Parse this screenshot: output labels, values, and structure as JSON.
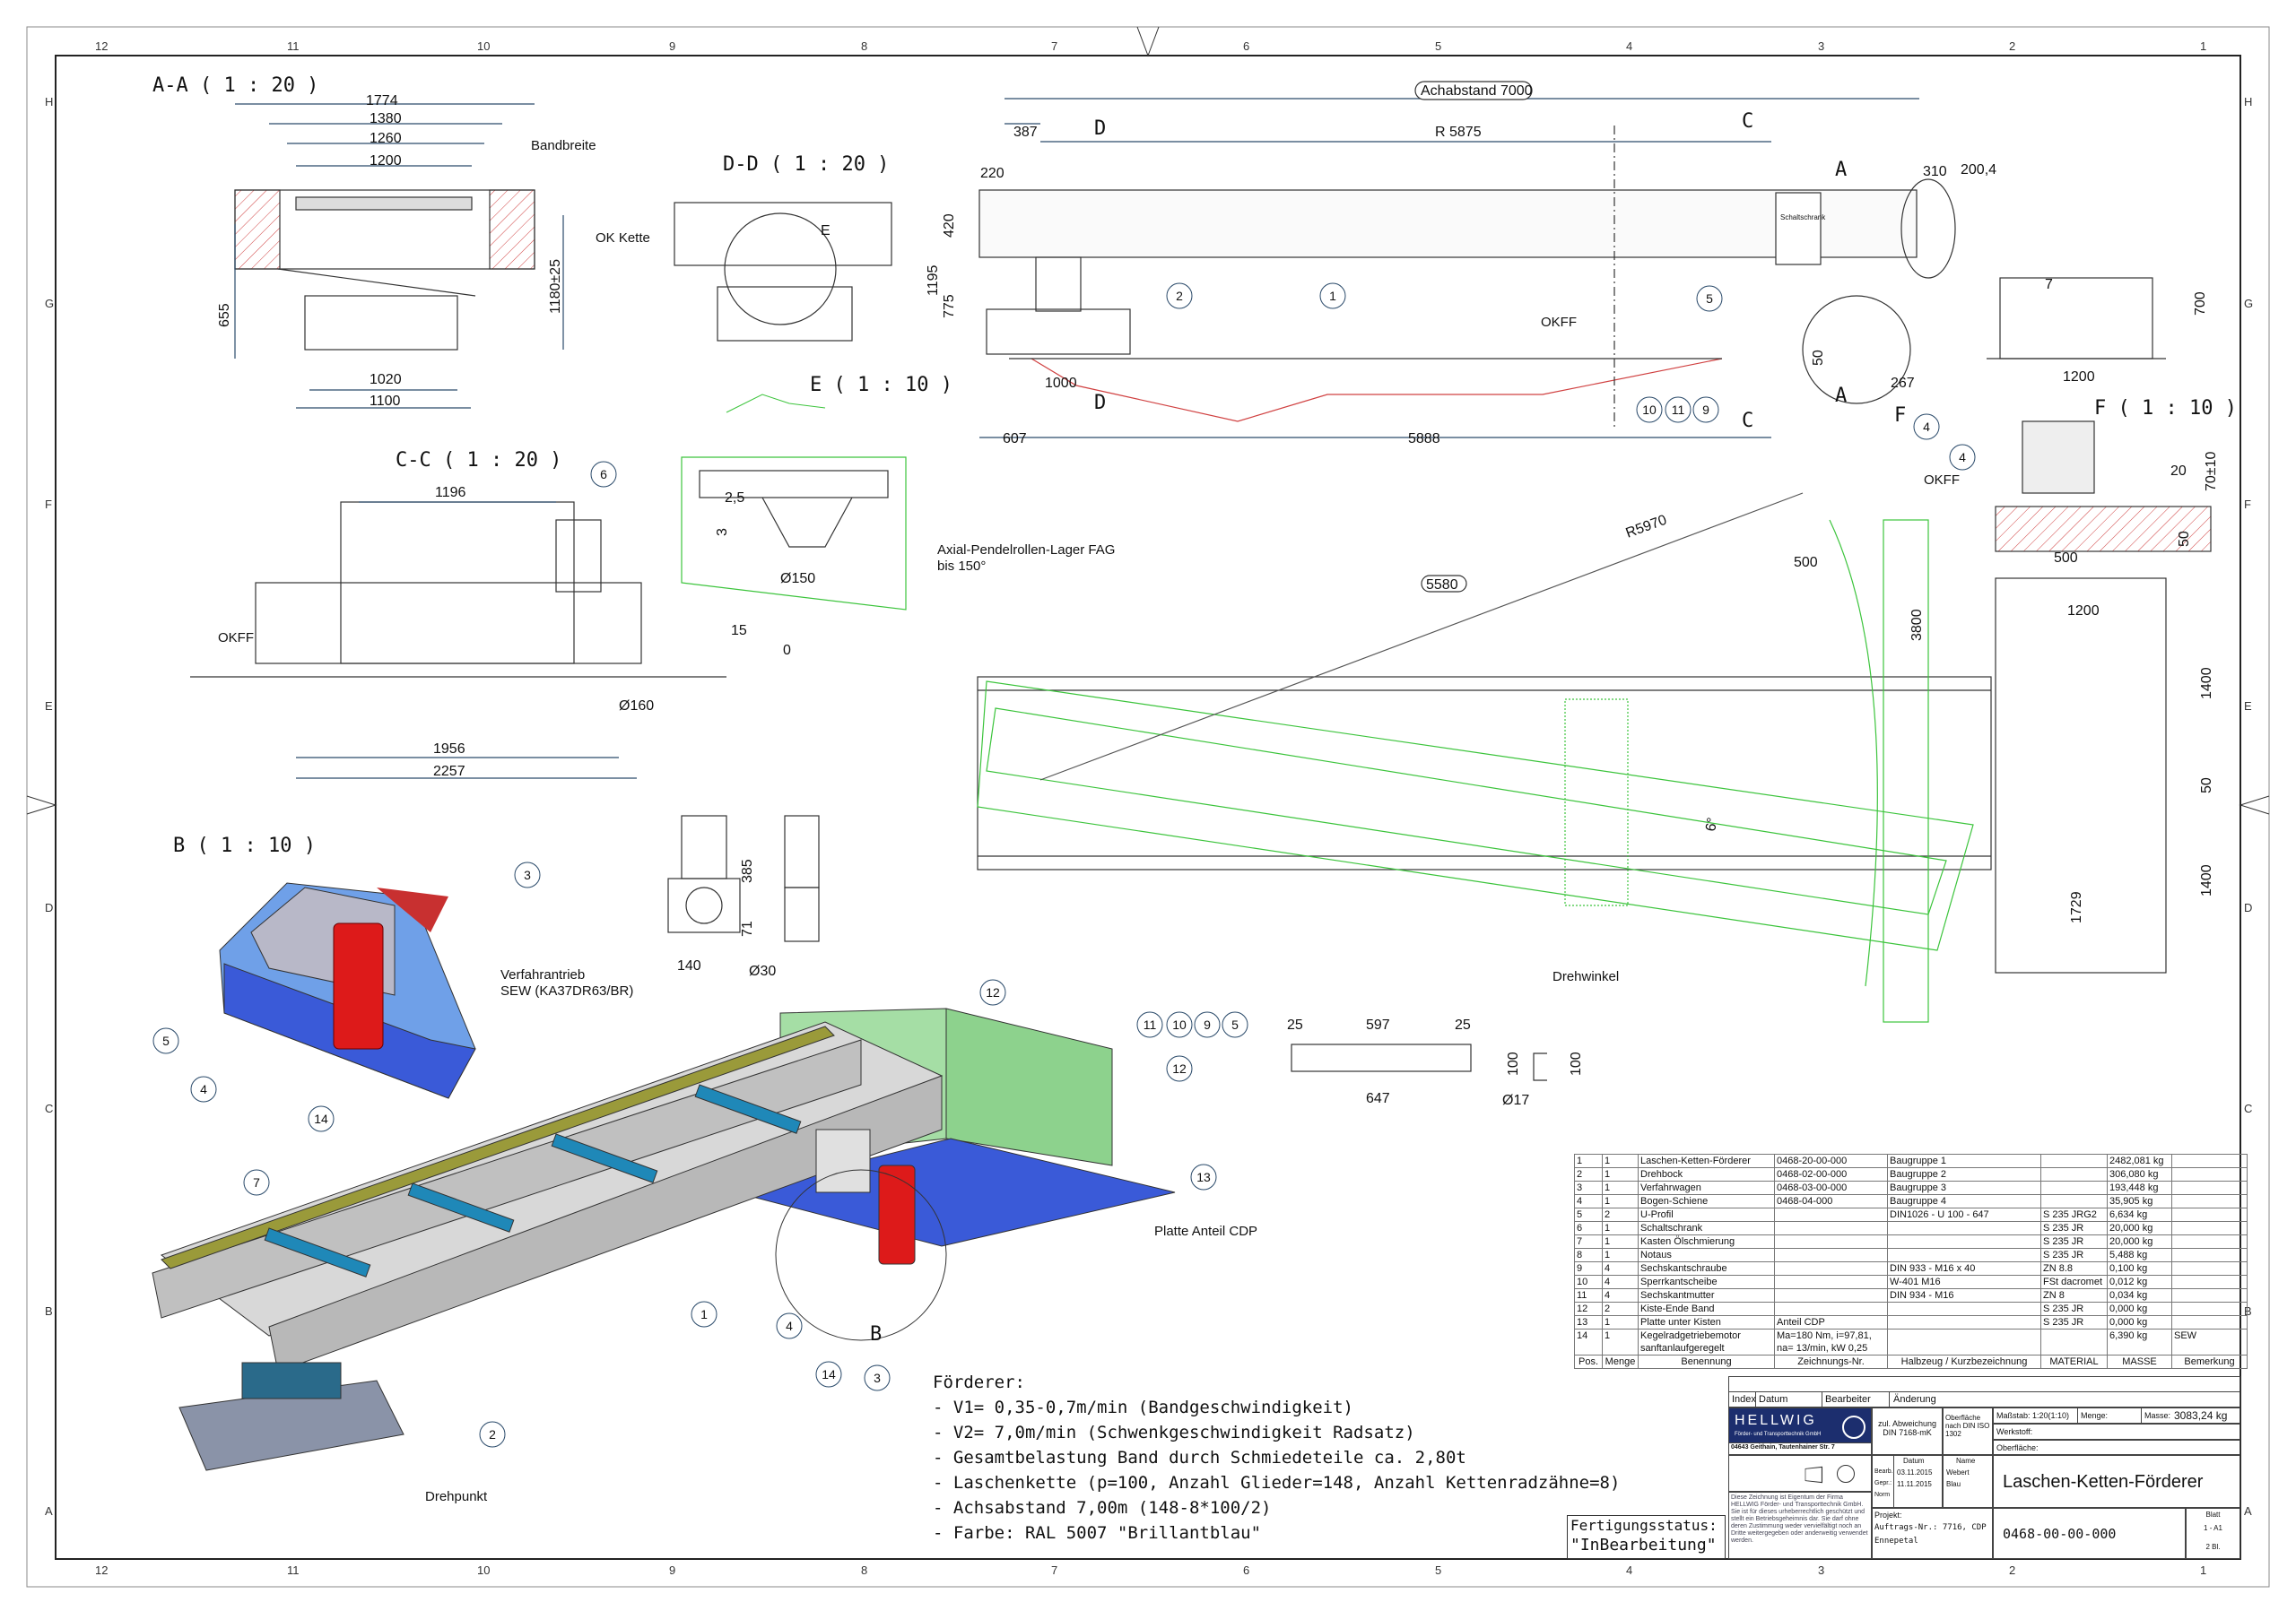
{
  "frame": {
    "zones_top": [
      "12",
      "11",
      "10",
      "9",
      "8",
      "7",
      "6",
      "5",
      "4",
      "3",
      "2",
      "1"
    ],
    "zones_side": [
      "H",
      "G",
      "F",
      "E",
      "D",
      "C",
      "B",
      "A"
    ]
  },
  "views": {
    "aa": {
      "label": "A-A ( 1 : 20 )",
      "dims": [
        "1774",
        "1380",
        "1260",
        "1200",
        "1020",
        "1100",
        "655",
        "1180±25"
      ],
      "notes": [
        "Bandbreite",
        "OK Kette"
      ]
    },
    "dd": {
      "label": "D-D ( 1 : 20 )",
      "detail": "E"
    },
    "e": {
      "label": "E ( 1 : 10 )",
      "dims": [
        "2,5",
        "3",
        "Ø150"
      ],
      "note_line1": "Axial-Pendelrollen-Lager FAG",
      "note_line2": "bis 150°"
    },
    "cc": {
      "label": "C-C ( 1 : 20 )",
      "dims": [
        "1196",
        "1956",
        "2257",
        "15",
        "0",
        "Ø160"
      ],
      "okff": "OKFF"
    },
    "b": {
      "label": "B ( 1 : 10 )",
      "note_line1": "Verfahrantrieb",
      "note_line2": "SEW (KA37DR63/BR)"
    },
    "motor": {
      "dims": [
        "385",
        "71",
        "140",
        "Ø30"
      ]
    },
    "side": {
      "achsabstand": "Achabstand 7000",
      "dims": [
        "387",
        "R 5875",
        "220",
        "420",
        "1195",
        "775",
        "1000",
        "607",
        "5888",
        "310",
        "200,4",
        "7",
        "700",
        "50",
        "267",
        "1200"
      ],
      "section_marks": [
        "D",
        "D",
        "C",
        "C",
        "A",
        "A"
      ],
      "schaltschrank": "Schaltschrank",
      "okff": "OKFF",
      "detail": "F"
    },
    "f": {
      "label": "F ( 1 : 10 )",
      "dims": [
        "20",
        "70±10",
        "50",
        "500"
      ],
      "okff": "OKFF"
    },
    "plan": {
      "dims": [
        "R5970",
        "500",
        "5580",
        "3800",
        "1200",
        "1400",
        "50",
        "1400",
        "1729",
        "6°"
      ],
      "drehwinkel": "Drehwinkel"
    },
    "uprofile": {
      "dims": [
        "25",
        "597",
        "25",
        "647",
        "100",
        "100",
        "Ø17"
      ]
    },
    "iso": {
      "platte": "Platte Anteil CDP",
      "drehpunkt": "Drehpunkt",
      "detail": "B"
    }
  },
  "balloons": {
    "side": [
      "1",
      "2",
      "5",
      "10",
      "11",
      "9",
      "4"
    ],
    "f": [
      "4"
    ],
    "cc": [
      "6"
    ],
    "b": [
      "3",
      "5",
      "4",
      "14"
    ],
    "uprofile": [
      "11",
      "10",
      "9",
      "5"
    ],
    "iso": [
      "12",
      "12",
      "13",
      "7",
      "1",
      "4",
      "14",
      "3",
      "2"
    ]
  },
  "notes": {
    "title": "Förderer:",
    "lines": [
      "- V1= 0,35-0,7m/min (Bandgeschwindigkeit)",
      "- V2= 7,0m/min (Schwenkgeschwindigkeit Radsatz)",
      "- Gesamtbelastung Band durch Schmiedeteile ca. 2,80t",
      "- Laschenkette (p=100, Anzahl Glieder=148, Anzahl Kettenradzähne=8)",
      "- Achsabstand 7,00m (148-8*100/2)",
      "- Farbe: RAL 5007 \"Brillantblau\""
    ]
  },
  "parts": {
    "headers": [
      "Pos.",
      "Menge",
      "Benennung",
      "Zeichnungs-Nr.",
      "Halbzeug / Kurzbezeichnung",
      "MATERIAL",
      "MASSE",
      "Bemerkung"
    ],
    "rows": [
      [
        "1",
        "1",
        "Laschen-Ketten-Förderer",
        "0468-20-00-000",
        "Baugruppe 1",
        "",
        "2482,081 kg",
        ""
      ],
      [
        "2",
        "1",
        "Drehbock",
        "0468-02-00-000",
        "Baugruppe 2",
        "",
        "306,080 kg",
        ""
      ],
      [
        "3",
        "1",
        "Verfahrwagen",
        "0468-03-00-000",
        "Baugruppe 3",
        "",
        "193,448 kg",
        ""
      ],
      [
        "4",
        "1",
        "Bogen-Schiene",
        "0468-04-000",
        "Baugruppe 4",
        "",
        "35,905 kg",
        ""
      ],
      [
        "5",
        "2",
        "U-Profil",
        "",
        "DIN1026 - U 100 - 647",
        "S 235 JRG2",
        "6,634 kg",
        ""
      ],
      [
        "6",
        "1",
        "Schaltschrank",
        "",
        "",
        "S 235 JR",
        "20,000 kg",
        ""
      ],
      [
        "7",
        "1",
        "Kasten Ölschmierung",
        "",
        "",
        "S 235 JR",
        "20,000 kg",
        ""
      ],
      [
        "8",
        "1",
        "Notaus",
        "",
        "",
        "S 235 JR",
        "5,488 kg",
        ""
      ],
      [
        "9",
        "4",
        "Sechskantschraube",
        "",
        "DIN 933 - M16  x 40",
        "ZN 8.8",
        "0,100 kg",
        ""
      ],
      [
        "10",
        "4",
        "Sperrkantscheibe",
        "",
        "W-401 M16",
        "FSt dacromet",
        "0,012 kg",
        ""
      ],
      [
        "11",
        "4",
        "Sechskantmutter",
        "",
        "DIN 934 - M16",
        "ZN 8",
        "0,034 kg",
        ""
      ],
      [
        "12",
        "2",
        "Kiste-Ende Band",
        "",
        "",
        "S 235 JR",
        "0,000 kg",
        ""
      ],
      [
        "13",
        "1",
        "Platte unter Kisten",
        "Anteil CDP",
        "",
        "S 235 JR",
        "0,000 kg",
        ""
      ],
      [
        "14",
        "1",
        "Kegelradgetriebemotor sanftanlaufgeregelt",
        "Ma=180 Nm, i=97,81, na= 13/min, kW 0,25",
        "",
        "",
        "6,390 kg",
        "SEW"
      ]
    ]
  },
  "title_block": {
    "rev_headers": [
      "Index",
      "Datum",
      "Bearbeiter",
      "Änderung"
    ],
    "company": "HELLWIG",
    "company_sub": "Förder- und Transporttechnik GmbH",
    "address": "04643 Geithain, Tautenhainer Str. 7",
    "tolerance": "zul. Abweichung DIN 7168-mK",
    "surface": "Oberfläche nach DIN ISO 1302",
    "scale": "Maßstab: 1:20(1:10)",
    "quantity": "Menge:",
    "mass_label": "Masse:",
    "mass": "3083,24 kg",
    "material": "Werkstoff:",
    "surface_field": "Oberfläche:",
    "col_datum": "Datum",
    "col_name": "Name",
    "bearb": "Bearb.",
    "bearb_date": "03.11.2015",
    "bearb_name": "Webert",
    "gepr": "Gepr.:",
    "gepr_date": "11.11.2015",
    "gepr_name": "Blau",
    "norm": "Norm",
    "copyright": "Diese Zeichnung ist Eigentum der Firma HELLWIG Förder- und Transporttechnik GmbH. Sie ist für dieses urheberrechtlich geschützt und stellt ein Betriebsgeheimnis dar. Sie darf ohne deren Zustimmung weder vervielfältigt noch an Dritte weitergegeben oder anderweitig verwendet werden.",
    "projekt_label": "Projekt:",
    "projekt_line1": "Auftrags-Nr.: 7716, CDP",
    "projekt_line2": "Ennepetal",
    "title": "Laschen-Ketten-Förderer",
    "drawing_no": "0468-00-00-000",
    "blatt_label": "Blatt",
    "blatt": "1 - A1",
    "blatt_count": "2  Bl."
  },
  "status": {
    "label": "Fertigungsstatus:",
    "value": "\"InBearbeitung\""
  },
  "colors": {
    "line": "#333333",
    "dim": "#2a4a6a",
    "green": "#3cc43c",
    "blue": "#3a5ad8",
    "red": "#dd1a1a",
    "hatch": "#d04040",
    "logo": "#1c2e6e"
  }
}
